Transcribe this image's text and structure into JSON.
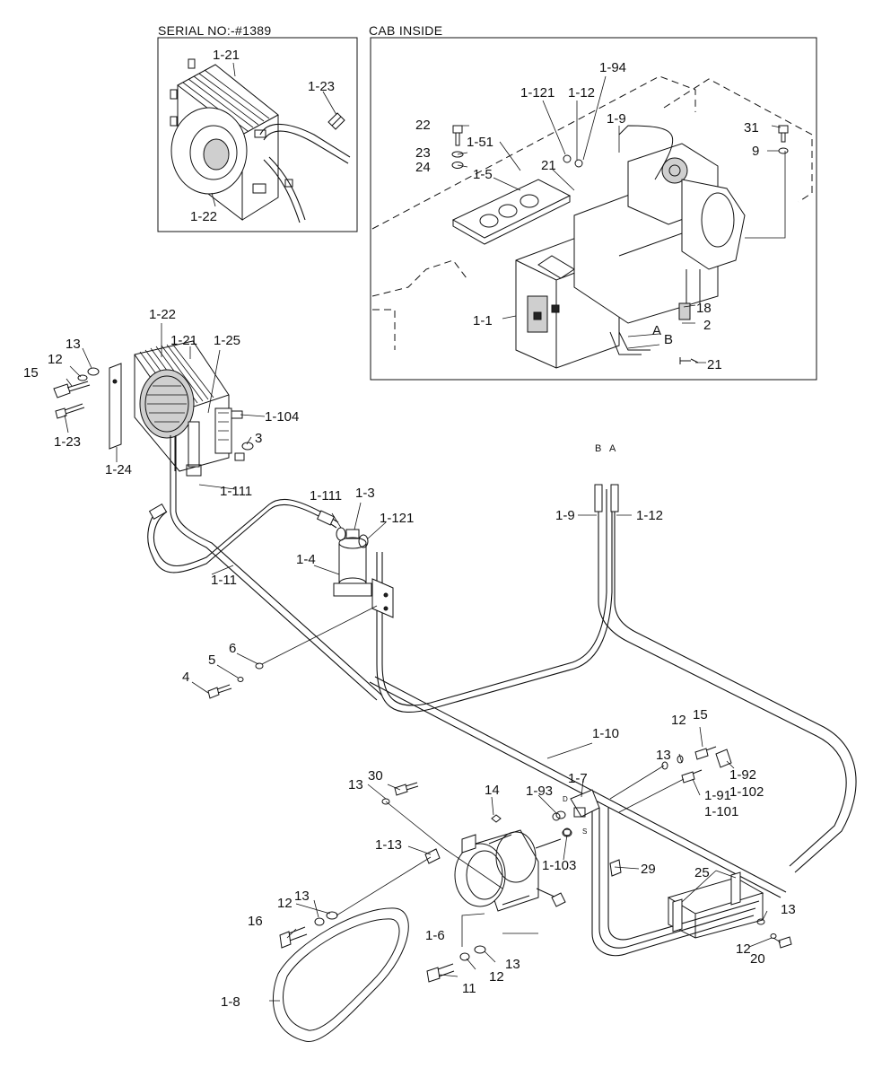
{
  "insets": {
    "serial": {
      "title": "SERIAL NO:-#1389",
      "labels": [
        "1-21",
        "1-23",
        "1-22"
      ]
    },
    "cab": {
      "title": "CAB INSIDE",
      "labels": [
        "1-121",
        "1-12",
        "1-94",
        "1-9",
        "22",
        "23",
        "24",
        "1-51",
        "1-5",
        "21",
        "31",
        "9",
        "1-1",
        "18",
        "2",
        "A",
        "B",
        "21"
      ]
    }
  },
  "main_labels": {
    "condenser": [
      "1-22",
      "1-21",
      "1-25",
      "13",
      "12",
      "15",
      "1-104",
      "3",
      "1-23",
      "1-24",
      "1-111"
    ],
    "receiver": [
      "1-111",
      "1-3",
      "1-121",
      "1-4",
      "1-11",
      "6",
      "5",
      "4"
    ],
    "lines": [
      "B",
      "A",
      "1-9",
      "1-12",
      "1-10"
    ],
    "compressor": [
      "13",
      "30",
      "14",
      "1-93",
      "1-7",
      "13",
      "12",
      "15",
      "1-92",
      "1-102",
      "1-91",
      "1-101",
      "1-13",
      "1-103",
      "29",
      "25",
      "1-6",
      "13",
      "12",
      "16",
      "13",
      "12",
      "20",
      "11",
      "12",
      "13",
      "1-8"
    ],
    "port_letters": [
      "D",
      "S"
    ]
  }
}
